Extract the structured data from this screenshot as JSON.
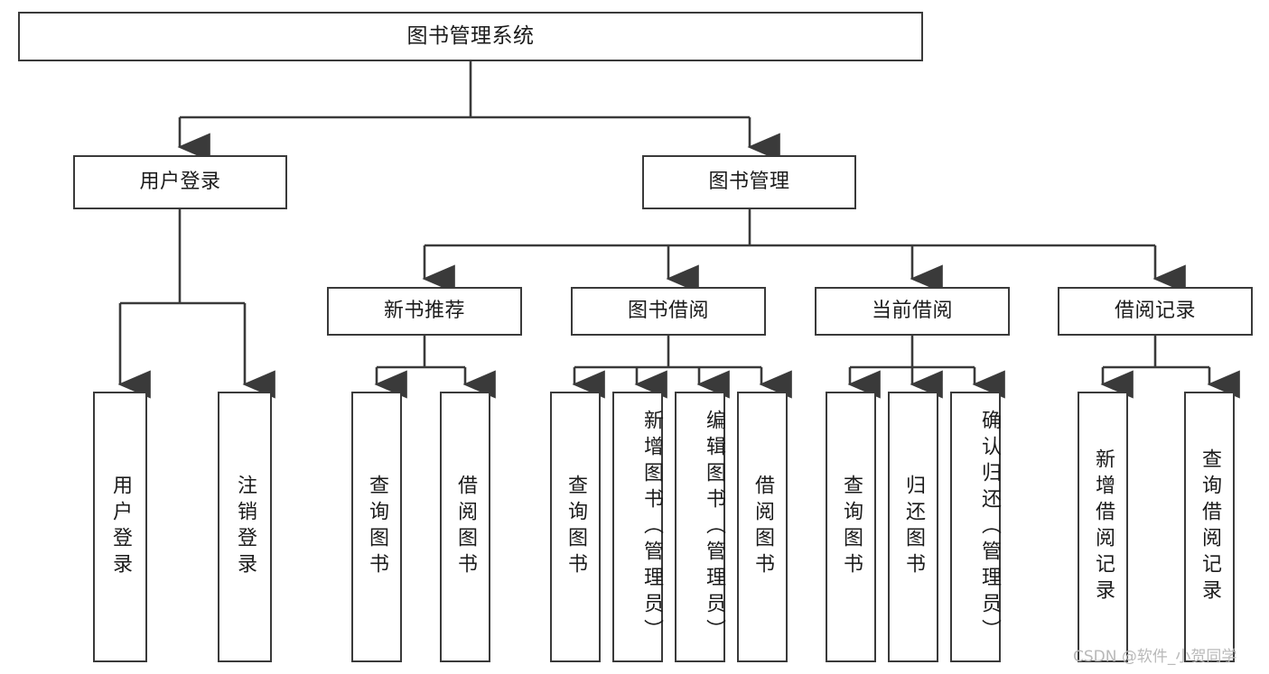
{
  "diagram": {
    "title": "图书管理系统",
    "type": "tree-hierarchy-diagram",
    "orientation": "top-down",
    "style": {
      "box_border_color": "#3a3a3a",
      "box_fill_color": "#ffffff",
      "connector_color": "#3a3a3a",
      "background_color": "#ffffff",
      "text_color": "#1b1b1b"
    }
  },
  "root": {
    "label": "图书管理系统"
  },
  "level2": [
    {
      "label": "用户登录"
    },
    {
      "label": "图书管理"
    }
  ],
  "level3": [
    {
      "label": "新书推荐"
    },
    {
      "label": "图书借阅"
    },
    {
      "label": "当前借阅"
    },
    {
      "label": "借阅记录"
    }
  ],
  "leaves": {
    "user_login": [
      {
        "label": "用户登录"
      },
      {
        "label": "注销登录"
      }
    ],
    "new_book_recommend": [
      {
        "label": "查询图书"
      },
      {
        "label": "借阅图书"
      }
    ],
    "book_borrow": [
      {
        "label": "查询图书"
      },
      {
        "label": "新增图书（管理员）"
      },
      {
        "label": "编辑图书（管理员）"
      },
      {
        "label": "借阅图书"
      }
    ],
    "current_borrow": [
      {
        "label": "查询图书"
      },
      {
        "label": "归还图书"
      },
      {
        "label": "确认归还（管理员）"
      }
    ],
    "borrow_record": [
      {
        "label": "新增借阅记录"
      },
      {
        "label": "查询借阅记录"
      }
    ]
  },
  "watermark": {
    "text": "CSDN @软件_小贺同学"
  }
}
